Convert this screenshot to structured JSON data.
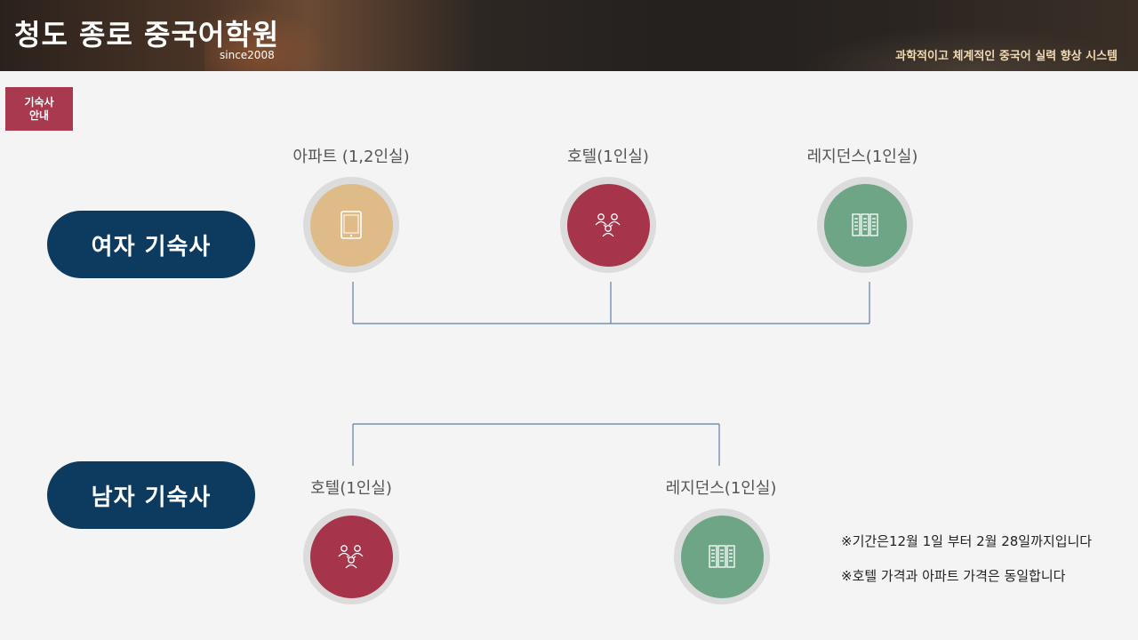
{
  "header": {
    "title": "청도 종로 중국어학원",
    "since": "since2008",
    "slogan": "과학적이고 체계적인 중국어 실력 향상 시스템"
  },
  "section_badge": {
    "line1": "기숙사",
    "line2": "안내"
  },
  "female": {
    "title": "여자 기숙사",
    "options": [
      {
        "label": "아파트 (1,2인실)",
        "icon": "tablet-icon",
        "color": "#debb87"
      },
      {
        "label": "호텔(1인실)",
        "icon": "people-icon",
        "color": "#a6344b"
      },
      {
        "label": "레지던스(1인실)",
        "icon": "books-icon",
        "color": "#6ea587"
      }
    ]
  },
  "male": {
    "title": "남자 기숙사",
    "options": [
      {
        "label": "호텔(1인실)",
        "icon": "people-icon",
        "color": "#a6344b"
      },
      {
        "label": "레지던스(1인실)",
        "icon": "books-icon",
        "color": "#6ea587"
      }
    ]
  },
  "notes": [
    "※기간은12월 1일 부터 2월 28일까지입니다",
    "※호텔 가격과 아파트 가격은 동일합니다"
  ]
}
